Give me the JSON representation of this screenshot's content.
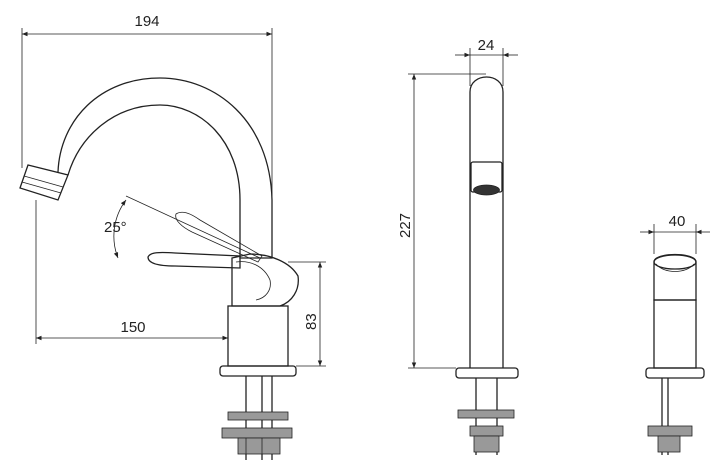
{
  "dimensions": {
    "overall_width": "194",
    "spout_reach": "150",
    "lever_angle": "25°",
    "body_height": "83",
    "overall_height": "227",
    "spout_width": "24",
    "body_width": "40"
  }
}
